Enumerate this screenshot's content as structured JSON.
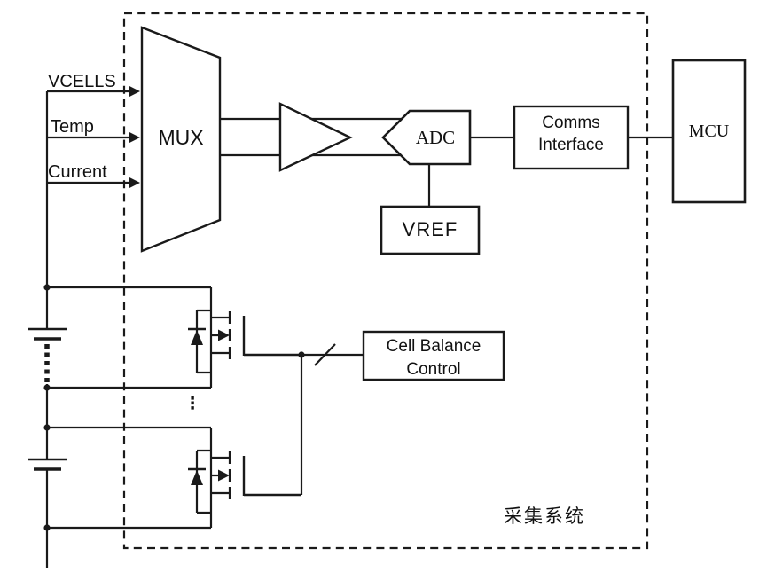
{
  "diagram": {
    "inputs": {
      "vcells": "VCELLS",
      "temp": "Temp",
      "current": "Current"
    },
    "blocks": {
      "mux": "MUX",
      "adc": "ADC",
      "vref": "VREF",
      "comms_line1": "Comms",
      "comms_line2": "Interface",
      "mcu": "MCU",
      "cell_balance_line1": "Cell Balance",
      "cell_balance_line2": "Control"
    },
    "annotations": {
      "system_label": "采集系统",
      "more_cells_ellipsis": "⋮"
    },
    "colors": {
      "line": "#1a1a1a",
      "background": "#ffffff",
      "text": "#111111"
    }
  }
}
